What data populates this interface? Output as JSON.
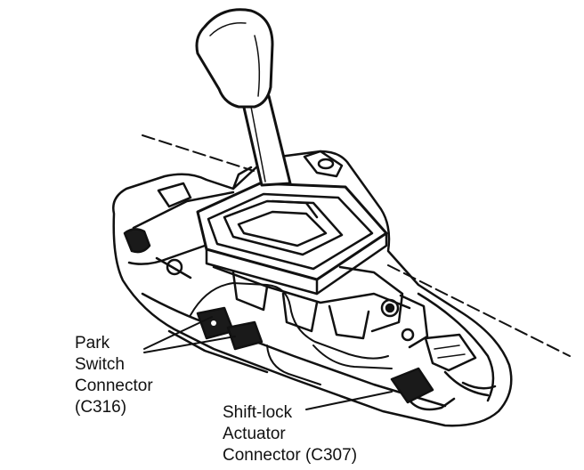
{
  "callouts": {
    "park_switch": {
      "line1": "Park",
      "line2": "Switch",
      "line3": "Connector",
      "line4": "(C316)"
    },
    "shift_lock": {
      "line1": "Shift-lock",
      "line2": "Actuator",
      "line3": "Connector (C307)"
    }
  },
  "colors": {
    "ink": "#111111",
    "background": "#ffffff",
    "dark_fill": "#1a1a1a"
  }
}
